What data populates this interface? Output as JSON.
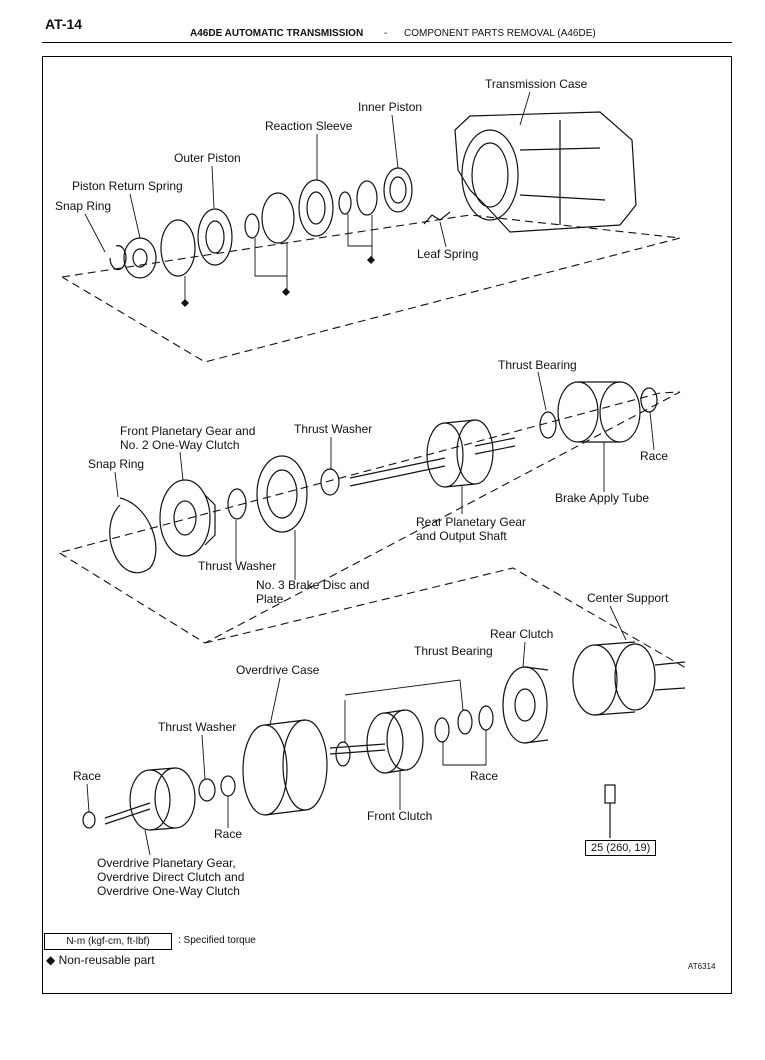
{
  "header": {
    "page_number": "AT-14",
    "title": "A46DE AUTOMATIC TRANSMISSION",
    "separator": "-",
    "subtitle": "COMPONENT PARTS REMOVAL (A46DE)"
  },
  "diagram": {
    "group1_labels": {
      "transmission_case": "Transmission Case",
      "inner_piston": "Inner Piston",
      "reaction_sleeve": "Reaction Sleeve",
      "outer_piston": "Outer Piston",
      "piston_return_spring": "Piston Return Spring",
      "snap_ring": "Snap Ring",
      "leaf_spring": "Leaf Spring"
    },
    "group2_labels": {
      "thrust_bearing": "Thrust Bearing",
      "thrust_washer_top": "Thrust Washer",
      "front_planetary_1": "Front Planetary Gear and",
      "front_planetary_2": "No. 2 One-Way Clutch",
      "snap_ring": "Snap Ring",
      "race": "Race",
      "brake_apply_tube": "Brake Apply Tube",
      "rear_planetary_1": "Rear Planetary Gear",
      "rear_planetary_2": "and Output Shaft",
      "thrust_washer_bottom": "Thrust Washer",
      "brake_disc_1": "No. 3 Brake Disc and",
      "brake_disc_2": "Plate"
    },
    "group3_labels": {
      "center_support": "Center Support",
      "rear_clutch": "Rear Clutch",
      "thrust_bearing": "Thrust Bearing",
      "overdrive_case": "Overdrive Case",
      "thrust_washer": "Thrust Washer",
      "race_left": "Race",
      "race_right": "Race",
      "race_mid": "Race",
      "front_clutch": "Front Clutch",
      "od_planetary_1": "Overdrive Planetary Gear,",
      "od_planetary_2": "Overdrive Direct Clutch and",
      "od_planetary_3": "Overdrive  One-Way Clutch",
      "torque_value": "25 (260, 19)"
    },
    "non_reusable_marker": "◆"
  },
  "legend": {
    "torque_units": "N-m  (kgf-cm,  ft-lbf)",
    "torque_desc": ": Specified torque",
    "non_reusable": "◆  Non-reusable part"
  },
  "figure_code": "AT6314"
}
